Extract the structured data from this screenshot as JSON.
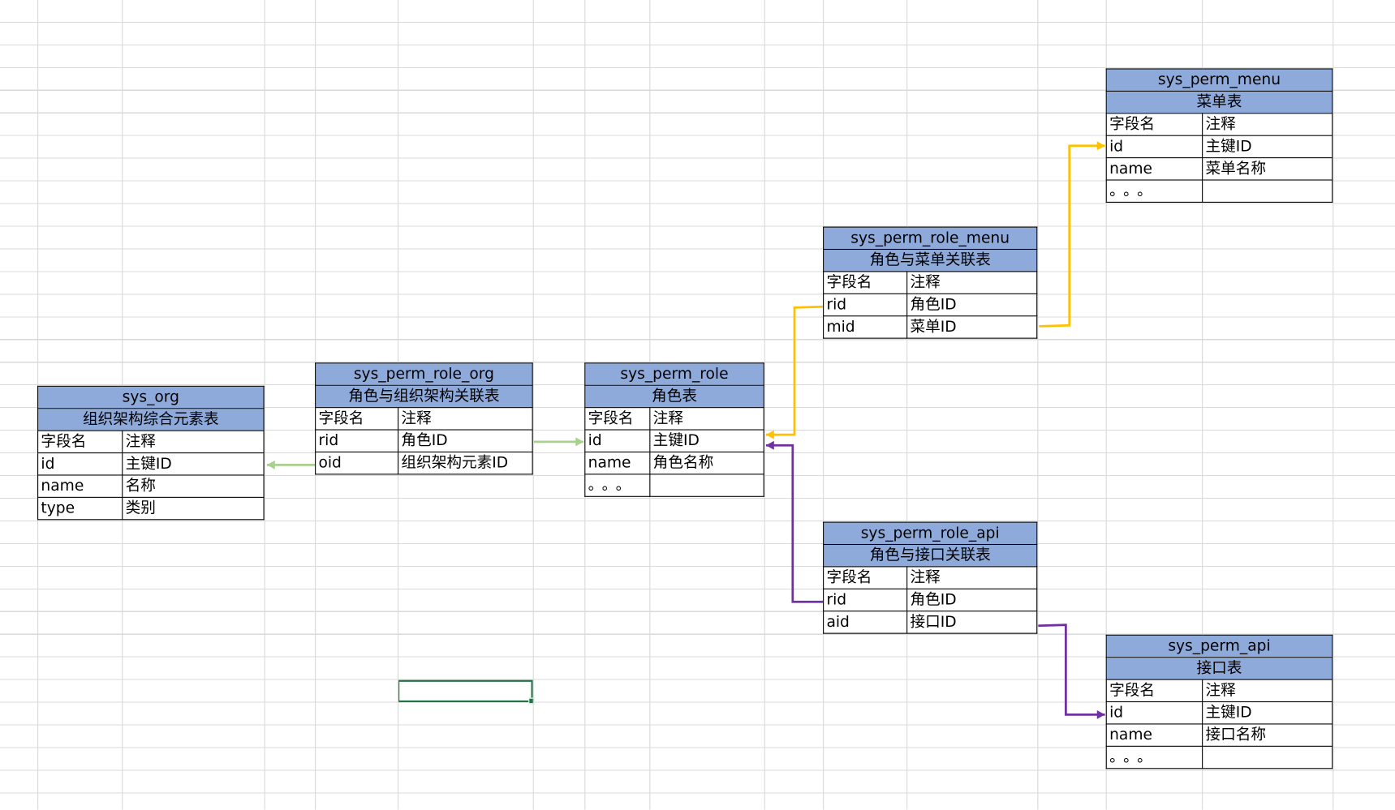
{
  "colors": {
    "header_fill": "#8eaadb",
    "link_org": "#a9d18e",
    "link_menu": "#ffc000",
    "link_api": "#7030a0",
    "selection": "#217346"
  },
  "tables": [
    {
      "name": "sys_org",
      "comment": "组织架构综合元素表",
      "col_headers": [
        "字段名",
        "注释"
      ],
      "rows": [
        [
          "id",
          "主键ID"
        ],
        [
          "name",
          "名称"
        ],
        [
          "type",
          "类别"
        ]
      ]
    },
    {
      "name": "sys_perm_role_org",
      "comment": "角色与组织架构关联表",
      "col_headers": [
        "字段名",
        "注释"
      ],
      "rows": [
        [
          "rid",
          "角色ID"
        ],
        [
          "oid",
          "组织架构元素ID"
        ]
      ]
    },
    {
      "name": "sys_perm_role",
      "comment": "角色表",
      "col_headers": [
        "字段名",
        "注释"
      ],
      "rows": [
        [
          "id",
          "主键ID"
        ],
        [
          "name",
          "角色名称"
        ],
        [
          "。。。",
          ""
        ]
      ]
    },
    {
      "name": "sys_perm_role_menu",
      "comment": "角色与菜单关联表",
      "col_headers": [
        "字段名",
        "注释"
      ],
      "rows": [
        [
          "rid",
          "角色ID"
        ],
        [
          "mid",
          "菜单ID"
        ]
      ]
    },
    {
      "name": "sys_perm_menu",
      "comment": "菜单表",
      "col_headers": [
        "字段名",
        "注释"
      ],
      "rows": [
        [
          "id",
          "主键ID"
        ],
        [
          "name",
          "菜单名称"
        ],
        [
          "。。。",
          ""
        ]
      ]
    },
    {
      "name": "sys_perm_role_api",
      "comment": "角色与接口关联表",
      "col_headers": [
        "字段名",
        "注释"
      ],
      "rows": [
        [
          "rid",
          "角色ID"
        ],
        [
          "aid",
          "接口ID"
        ]
      ]
    },
    {
      "name": "sys_perm_api",
      "comment": "接口表",
      "col_headers": [
        "字段名",
        "注释"
      ],
      "rows": [
        [
          "id",
          "主键ID"
        ],
        [
          "name",
          "接口名称"
        ],
        [
          "。。。",
          ""
        ]
      ]
    }
  ]
}
